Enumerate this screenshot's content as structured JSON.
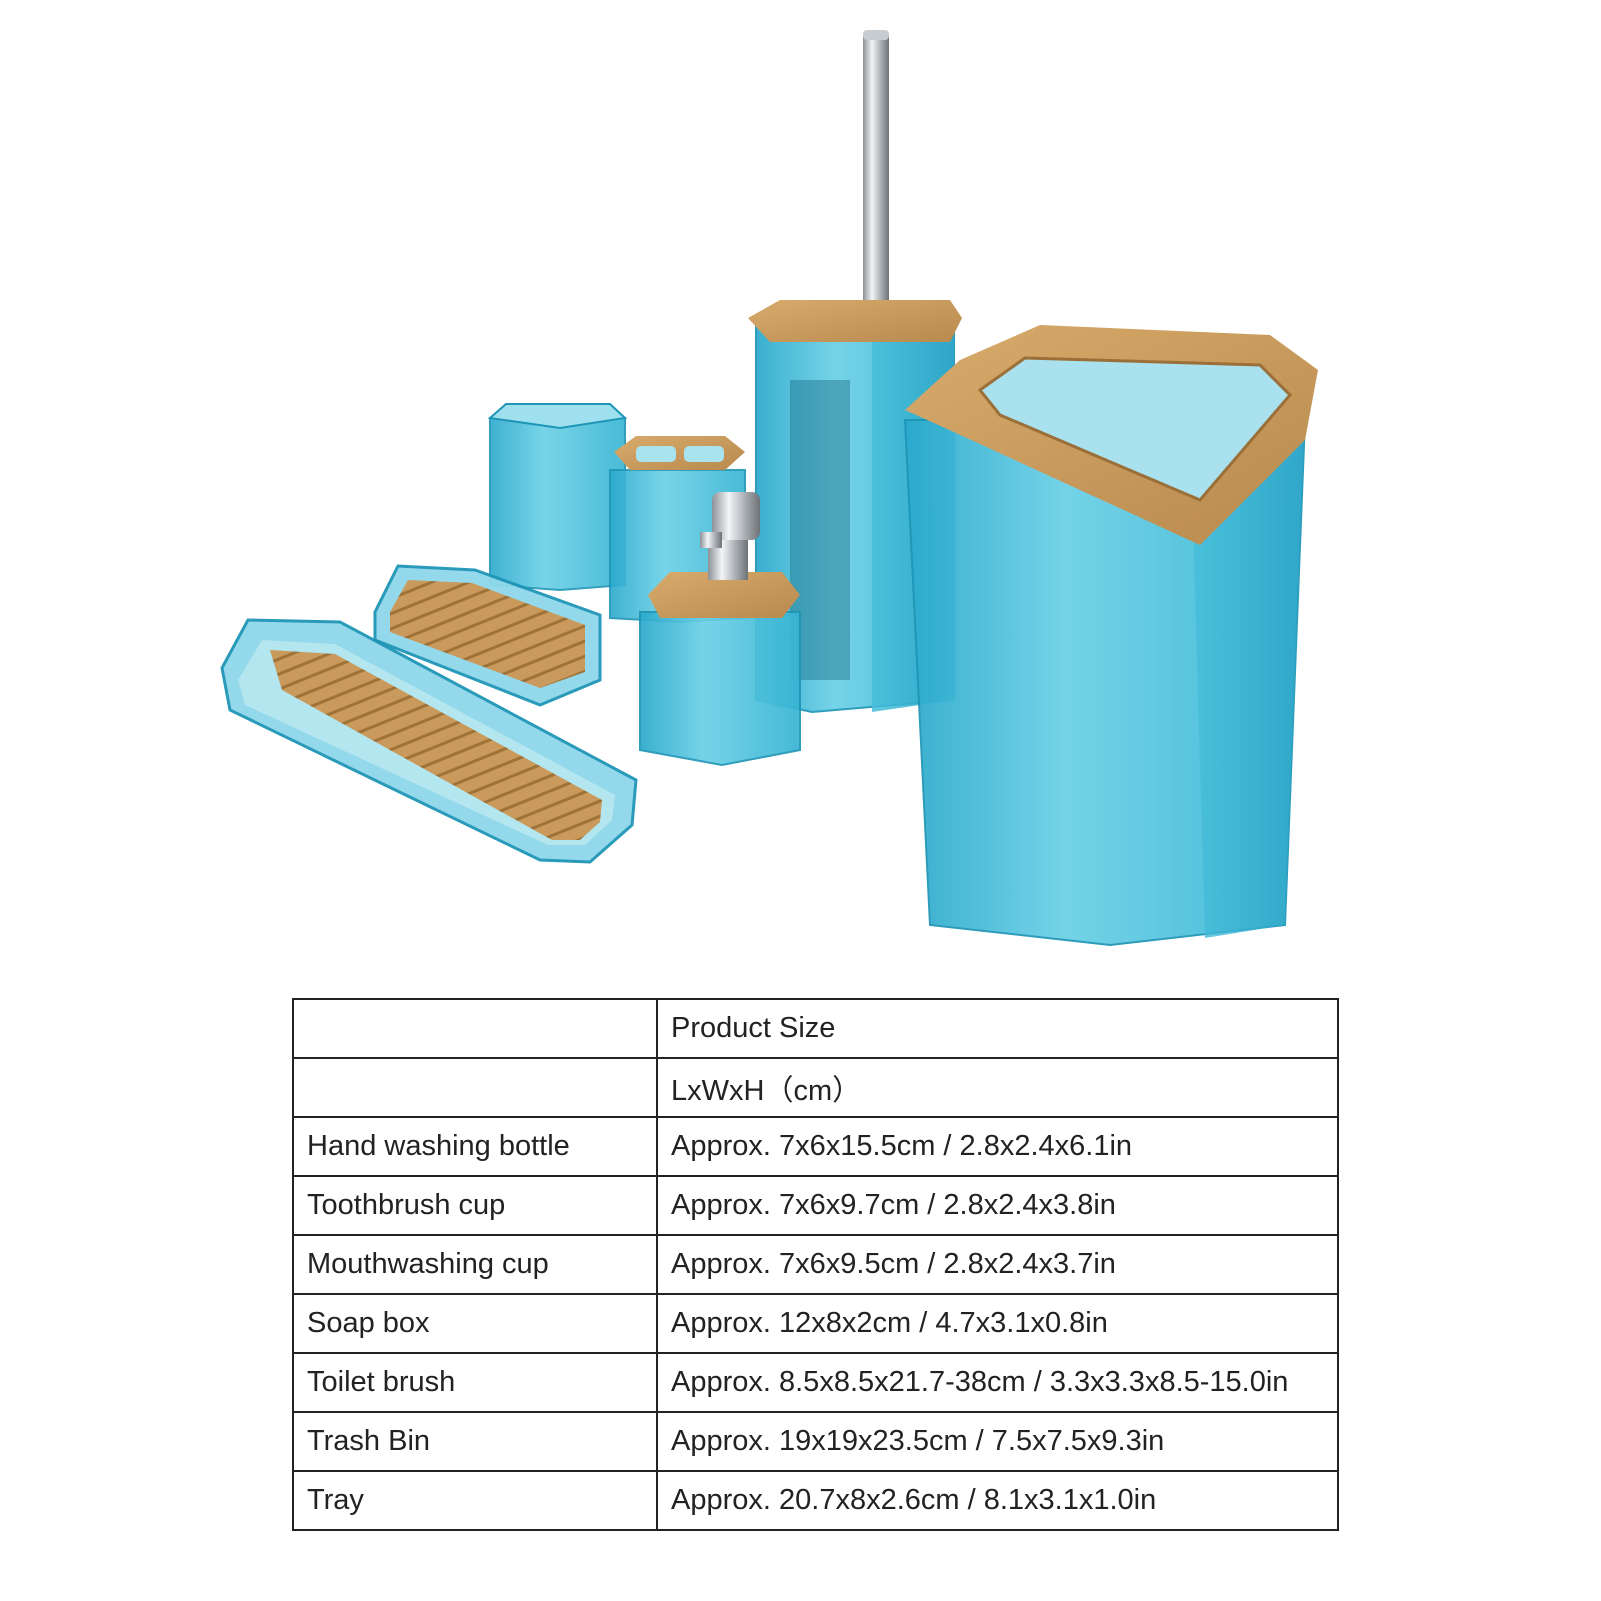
{
  "colors": {
    "plastic": "#4fc3dc",
    "plastic_edge": "#1e95b6",
    "bamboo": "#c8995a",
    "bamboo_dark": "#9b6f38",
    "chrome": "#d5d9dd",
    "table_border": "#222222"
  },
  "photo": {
    "items": [
      "Hand washing bottle",
      "Toothbrush cup",
      "Mouthwashing cup",
      "Soap box",
      "Toilet brush",
      "Trash Bin",
      "Tray"
    ]
  },
  "table": {
    "header": [
      {
        "label": "",
        "value": "Product Size"
      },
      {
        "label": "",
        "value": "LxWxH（cm）"
      }
    ],
    "rows": [
      {
        "label": "Hand washing bottle",
        "value": "Approx. 7x6x15.5cm / 2.8x2.4x6.1in"
      },
      {
        "label": "Toothbrush cup",
        "value": "Approx. 7x6x9.7cm / 2.8x2.4x3.8in"
      },
      {
        "label": "Mouthwashing cup",
        "value": "Approx. 7x6x9.5cm / 2.8x2.4x3.7in"
      },
      {
        "label": "Soap box",
        "value": "Approx. 12x8x2cm / 4.7x3.1x0.8in"
      },
      {
        "label": "Toilet brush",
        "value": "Approx. 8.5x8.5x21.7-38cm / 3.3x3.3x8.5-15.0in"
      },
      {
        "label": "Trash Bin",
        "value": "Approx. 19x19x23.5cm / 7.5x7.5x9.3in"
      },
      {
        "label": "Tray",
        "value": "Approx. 20.7x8x2.6cm / 8.1x3.1x1.0in"
      }
    ]
  }
}
